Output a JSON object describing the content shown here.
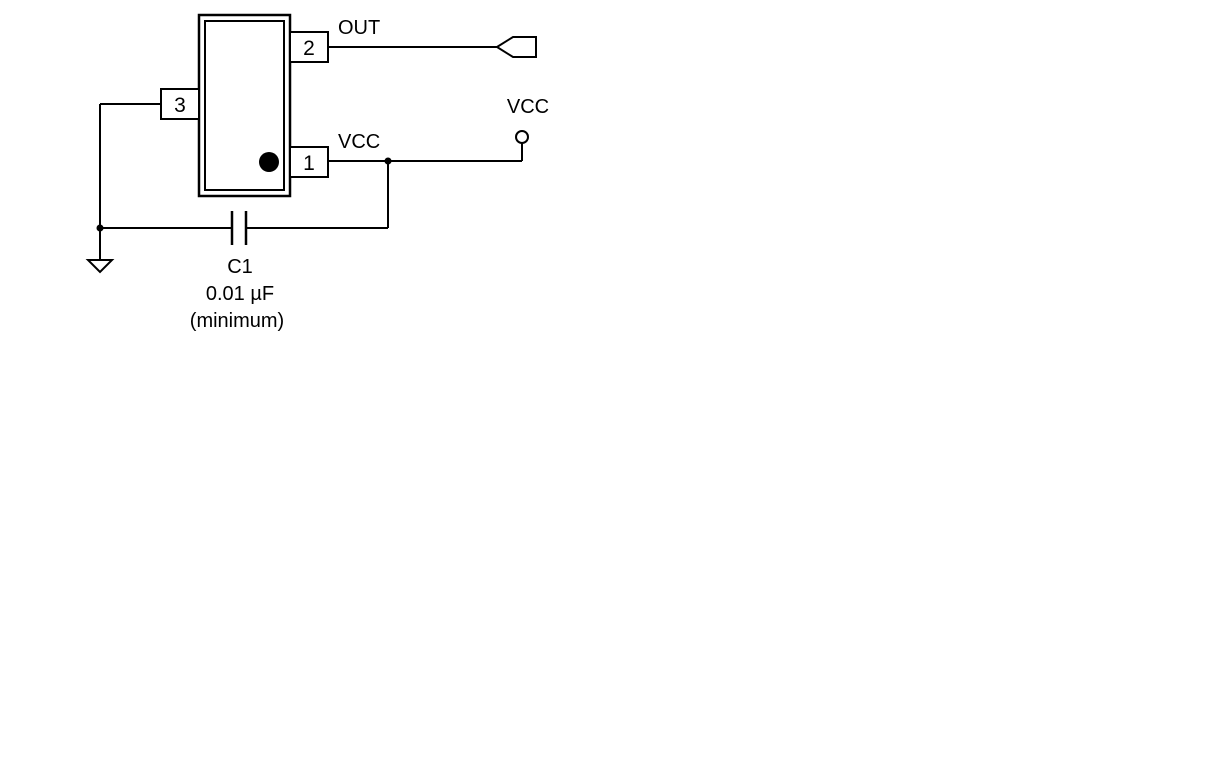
{
  "schematic": {
    "ic": {
      "pins": [
        {
          "number": "2",
          "net_label": "OUT"
        },
        {
          "number": "3",
          "net_label": ""
        },
        {
          "number": "1",
          "net_label": "VCC"
        }
      ]
    },
    "supply_label": "VCC",
    "capacitor": {
      "designator": "C1",
      "value": "0.01 µF",
      "note": "(minimum)"
    }
  }
}
